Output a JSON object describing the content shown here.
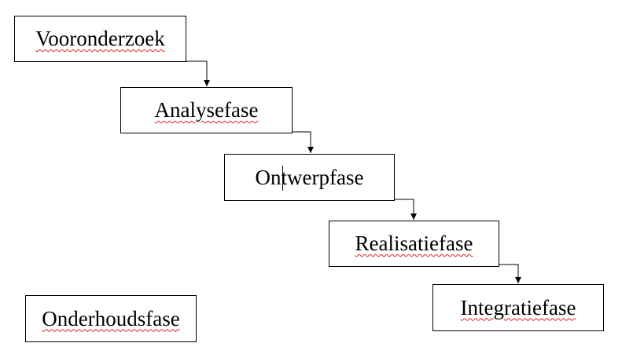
{
  "diagram": {
    "phases": [
      "Vooronderzoek",
      "Analysefase",
      "Ontwerpfase",
      "Realisatiefase",
      "Integratiefase"
    ],
    "standalone": "Onderhoudsfase"
  },
  "colors": {
    "line": "#000000",
    "spellcheck_underline": "#e02020"
  }
}
